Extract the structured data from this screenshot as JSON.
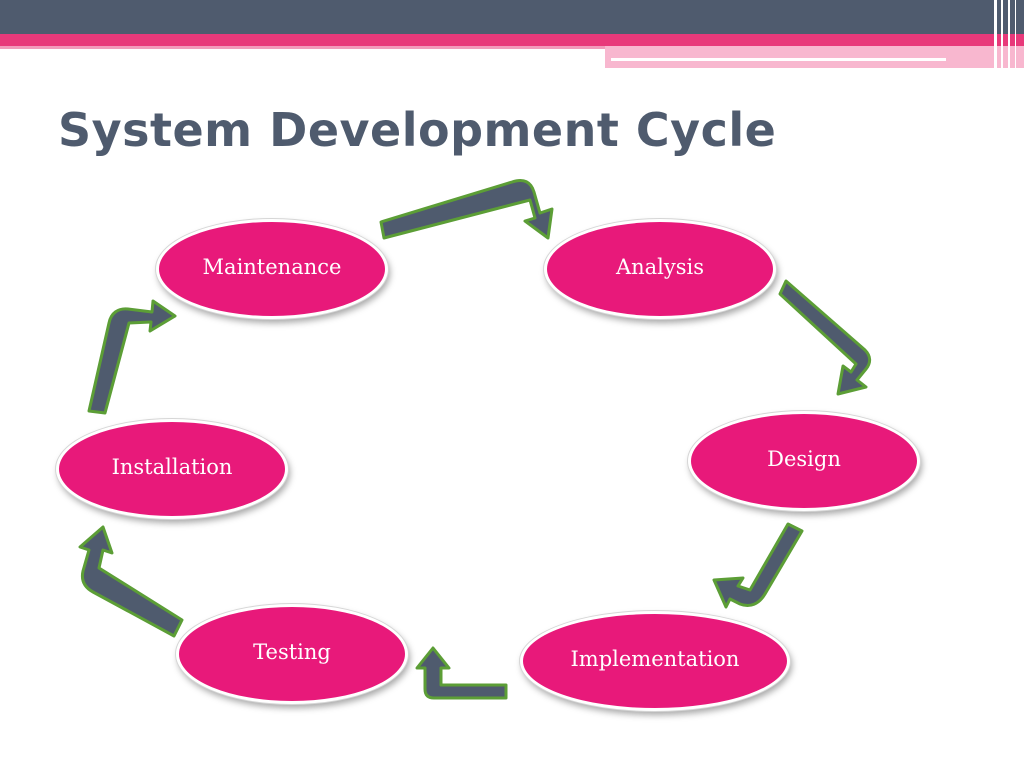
{
  "slide": {
    "title": "System Development Cycle"
  },
  "cycle": {
    "stages": [
      {
        "id": "maintenance",
        "label": "Maintenance"
      },
      {
        "id": "analysis",
        "label": "Analysis"
      },
      {
        "id": "design",
        "label": "Design"
      },
      {
        "id": "implementation",
        "label": "Implementation"
      },
      {
        "id": "testing",
        "label": "Testing"
      },
      {
        "id": "installation",
        "label": "Installation"
      }
    ]
  },
  "colors": {
    "header_bar": "#4f5b6e",
    "accent_pink": "#e8397a",
    "node_fill": "#e8197a",
    "arrow_fill": "#4f5b6e",
    "arrow_outline": "#5c9e36"
  }
}
